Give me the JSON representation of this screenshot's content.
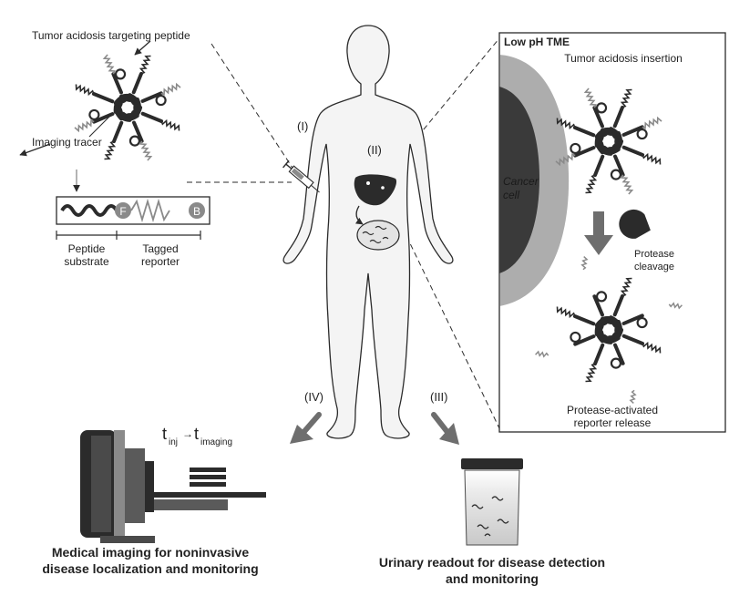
{
  "labels": {
    "targeting_peptide": "Tumor acidosis targeting peptide",
    "imaging_tracer": "Imaging tracer",
    "fret_f": "F",
    "fret_b": "B",
    "peptide_substrate_line1": "Peptide",
    "peptide_substrate_line2": "substrate",
    "tagged_reporter_line1": "Tagged",
    "tagged_reporter_line2": "reporter",
    "step_i": "(I)",
    "step_ii": "(II)",
    "step_iii": "(III)",
    "step_iv": "(IV)",
    "low_ph_tme": "Low pH TME",
    "tumor_acidosis_insertion": "Tumor acidosis insertion",
    "cancer_cell_line1": "Cancer",
    "cancer_cell_line2": "cell",
    "protease_cleavage_line1": "Protease",
    "protease_cleavage_line2": "cleavage",
    "reporter_release_line1": "Protease-activated",
    "reporter_release_line2": "reporter release",
    "t_base": "t",
    "t_inj_sub": "inj",
    "t_arrow": "→",
    "t_imaging_sub": "imaging",
    "imaging_caption_line1": "Medical imaging for noninvasive",
    "imaging_caption_line2": "disease localization and monitoring",
    "urine_caption_line1": "Urinary readout for disease detection",
    "urine_caption_line2": "and monitoring"
  },
  "colors": {
    "dark": "#2b2b2b",
    "mid": "#5a5a5a",
    "gray": "#8a8a8a",
    "light": "#d0d0d0",
    "body_fill": "#f4f4f4",
    "arrow": "#6e6e6e"
  }
}
